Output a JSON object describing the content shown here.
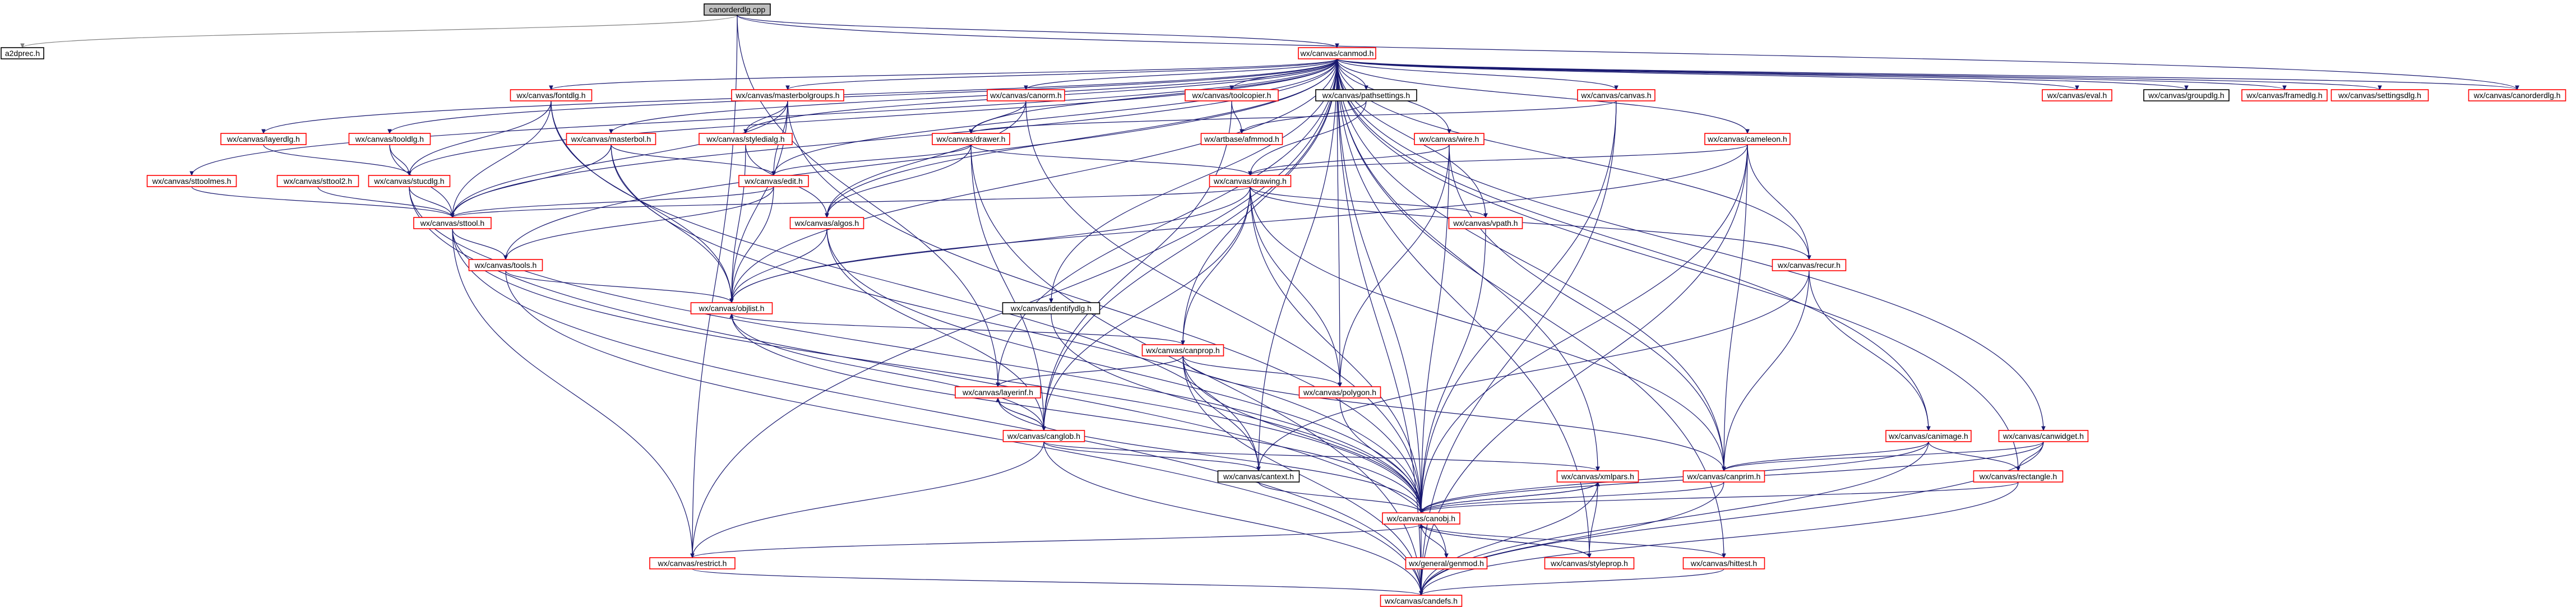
{
  "diagram": {
    "colors": {
      "edge": "#191970",
      "edge_to_plain": "#7f7f7f",
      "node_border_documented": "#ff0000",
      "node_border_undocumented": "#000000",
      "root_fill": "#bfbfbf",
      "background": "#ffffff"
    },
    "nodes": {
      "root": "canorderdlg.cpp",
      "a2dprec": "a2dprec.h",
      "canmod": "wx/canvas/canmod.h",
      "fontdlg": "wx/canvas/fontdlg.h",
      "masterbolgroups": "wx/canvas/masterbolgroups.h",
      "canorm": "wx/canvas/canorm.h",
      "toolcopier": "wx/canvas/toolcopier.h",
      "pathsettings": "wx/canvas/pathsettings.h",
      "canvas": "wx/canvas/canvas.h",
      "eval": "wx/canvas/eval.h",
      "groupdlg": "wx/canvas/groupdlg.h",
      "framedlg": "wx/canvas/framedlg.h",
      "settingsdlg": "wx/canvas/settingsdlg.h",
      "canorderdlg": "wx/canvas/canorderdlg.h",
      "layerdlg": "wx/canvas/layerdlg.h",
      "tooldlg": "wx/canvas/tooldlg.h",
      "masterbol": "wx/canvas/masterbol.h",
      "styledialg": "wx/canvas/styledialg.h",
      "drawer": "wx/canvas/drawer.h",
      "artbase": "wx/artbase/afmmod.h",
      "wire": "wx/canvas/wire.h",
      "cameleon": "wx/canvas/cameleon.h",
      "sttoolmes": "wx/canvas/sttoolmes.h",
      "sttool2": "wx/canvas/sttool2.h",
      "stucdlg": "wx/canvas/stucdlg.h",
      "edit": "wx/canvas/edit.h",
      "drawing": "wx/canvas/drawing.h",
      "sttool": "wx/canvas/sttool.h",
      "algos": "wx/canvas/algos.h",
      "vpath": "wx/canvas/vpath.h",
      "recur": "wx/canvas/recur.h",
      "tools": "wx/canvas/tools.h",
      "objlist": "wx/canvas/objlist.h",
      "identifydlg": "wx/canvas/identifydlg.h",
      "canprop": "wx/canvas/canprop.h",
      "layerinf": "wx/canvas/layerinf.h",
      "polygon": "wx/canvas/polygon.h",
      "canglob": "wx/canvas/canglob.h",
      "canimage": "wx/canvas/canimage.h",
      "canwidget": "wx/canvas/canwidget.h",
      "cantext": "wx/canvas/cantext.h",
      "xmlpars": "wx/canvas/xmlpars.h",
      "canprim": "wx/canvas/canprim.h",
      "rectangle": "wx/canvas/rectangle.h",
      "canobj": "wx/canvas/canobj.h",
      "restrict": "wx/canvas/restrict.h",
      "genmod": "wx/general/genmod.h",
      "styleprop": "wx/canvas/styleprop.h",
      "hittest": "wx/canvas/hittest.h",
      "candefs": "wx/canvas/candefs.h"
    }
  }
}
